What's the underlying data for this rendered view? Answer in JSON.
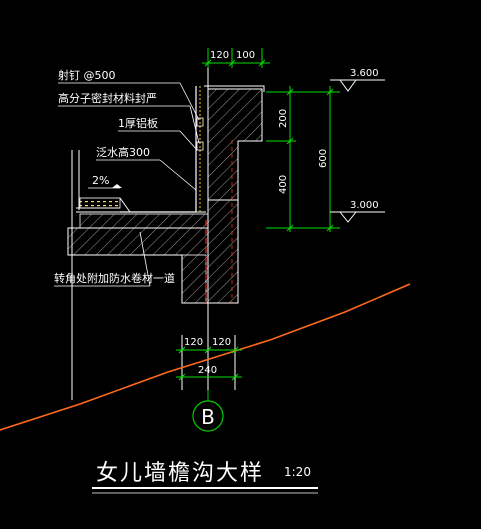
{
  "labels": {
    "nail": "射钉  @500",
    "sealant": "高分子密封材料封严",
    "aluminum": "1厚铝板",
    "flood_height": "泛水高300",
    "slope": "2%",
    "corner_membrane": "转角处附加防水卷材一道"
  },
  "dimensions": {
    "top_left": "120",
    "top_right": "100",
    "side_upper": "200",
    "side_lower": "400",
    "side_total": "600",
    "bottom_left": "120",
    "bottom_right": "120",
    "bottom_total": "240"
  },
  "elevations": {
    "upper": "3.600",
    "lower": "3.000"
  },
  "axis": {
    "label": "B"
  },
  "title": {
    "text": "女儿墙檐沟大样",
    "scale": "1:20"
  },
  "colors": {
    "background": "#000000",
    "line": "#ffffff",
    "dimension": "#00e000",
    "ground": "#ff6a1a",
    "rebar": "#ff3030",
    "axis": "#00d000"
  }
}
